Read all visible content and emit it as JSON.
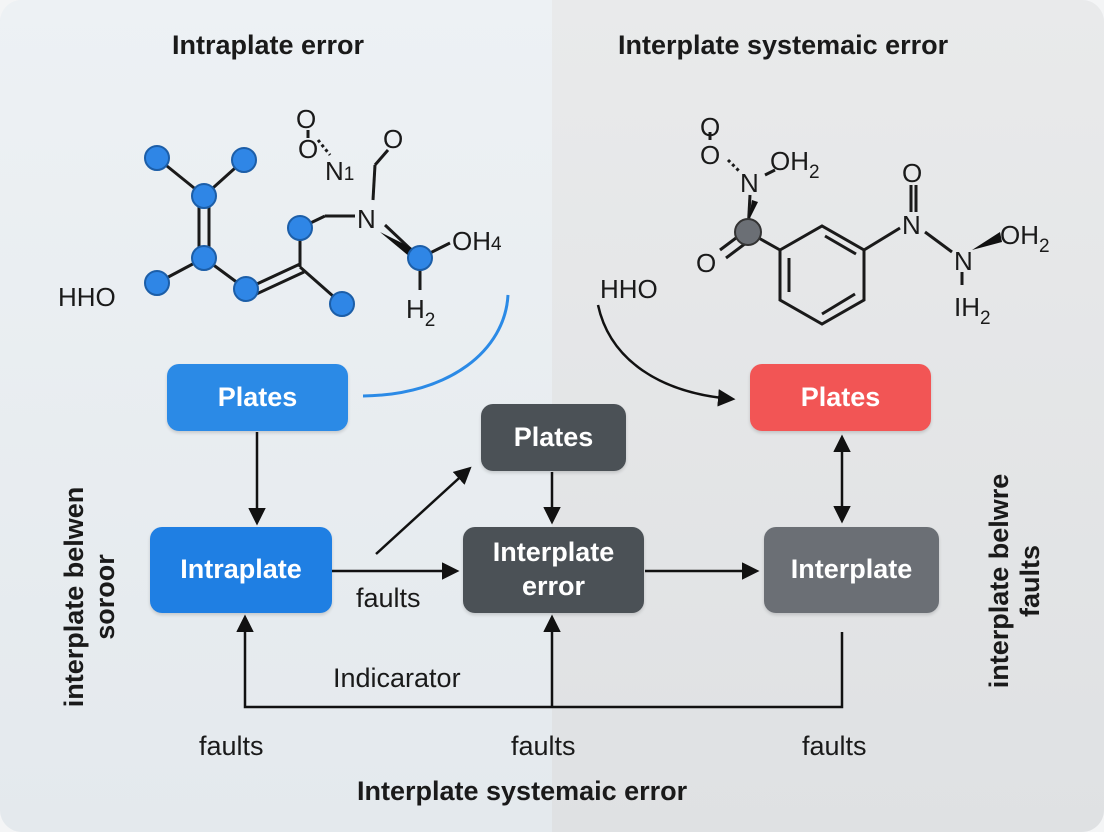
{
  "headings": {
    "left": "Intraplate error",
    "right": "Interplate systemaic error",
    "bottom": "Interplate systemaic error"
  },
  "side_labels": {
    "left_line1": "interplate belwen",
    "left_line2": "soroor",
    "right_line1": "interplate belwre",
    "right_line2": "faults"
  },
  "nodes": {
    "plates_left": "Plates",
    "plates_center": "Plates",
    "plates_right": "Plates",
    "intraplate": "Intraplate",
    "interplate_error_line1": "Interplate",
    "interplate_error_line2": "error",
    "interplate_right": "Interplate"
  },
  "edge_labels": {
    "faults_middle": "faults",
    "indicator": "Indicarator",
    "faults_bottom_left": "faults",
    "faults_bottom_center": "faults",
    "faults_bottom_right": "faults"
  },
  "molecule_left": {
    "hho": "HHO",
    "o_top": "O",
    "o_n": "O",
    "n1": "N",
    "n1_sub": "1",
    "o_right": "O",
    "n": "N",
    "oh4": "OH",
    "oh4_sub": "4",
    "h2": "H",
    "h2_sub": "2"
  },
  "molecule_right": {
    "hho": "HHO",
    "o_top": "O",
    "o_mid": "O",
    "n_left": "N",
    "oh2_top": "OH",
    "oh2_top_sub": "2",
    "o_low": "O",
    "o_ring_right": "O",
    "n_ring": "N",
    "n_right": "N",
    "oh2_right": "OH",
    "oh2_right_sub": "2",
    "ih2": "IH",
    "ih2_sub": "2"
  },
  "colors": {
    "blue_node": "#2b8ae6",
    "dark_node": "#4b5156",
    "gray_node": "#6b6f75",
    "red_node": "#f25555",
    "atom_blue": "#2f86e6",
    "connector_blue": "#2b8ae6"
  }
}
